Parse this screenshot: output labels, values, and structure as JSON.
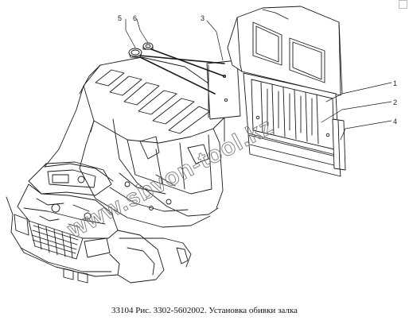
{
  "caption": "33104 Рис. 3302-5602002. Установка обивки залка",
  "watermark": "www.sbvon-tool.kz",
  "callouts": [
    "1",
    "2",
    "3",
    "4",
    "5",
    "6"
  ]
}
